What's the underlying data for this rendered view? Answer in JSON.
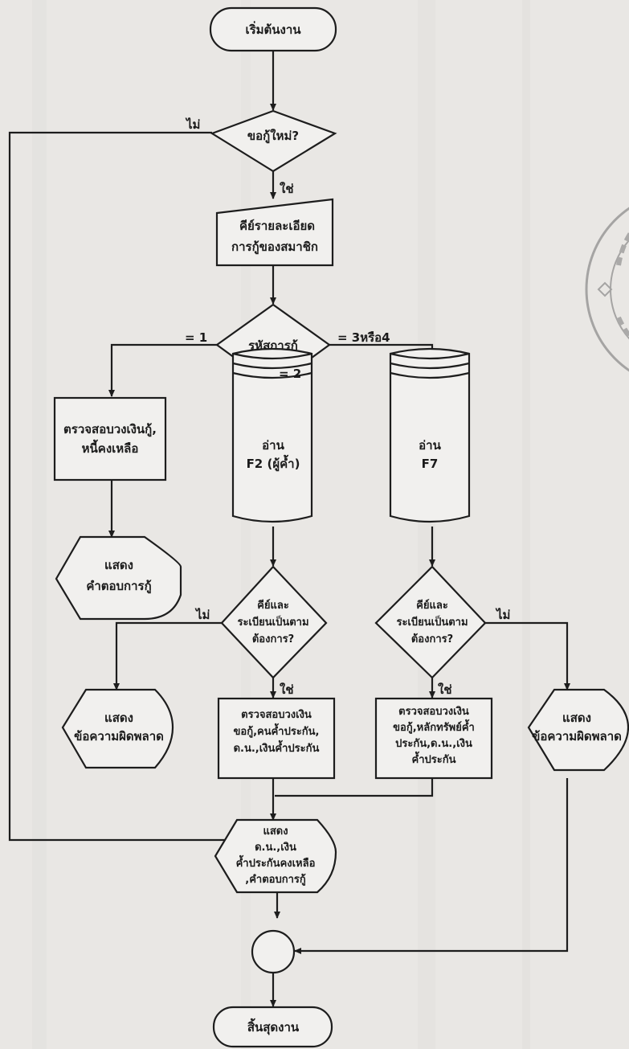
{
  "nodes": {
    "start": "เริ่มต้นงาน",
    "new_loan": "ขอกู้ใหม่?",
    "key_details": [
      "คีย์รายละเอียด",
      "การกู้ของสมาชิก"
    ],
    "loan_code": "รหัสการกู้",
    "check_limit_1": [
      "ตรวจสอบวงเงินกู้,",
      "หนี้คงเหลือ"
    ],
    "show_answer_1": [
      "แสดง",
      "คำตอบการกู้"
    ],
    "read_f2": [
      "อ่าน",
      "F2 (ผู้ค้ำ)"
    ],
    "read_f7": [
      "อ่าน",
      "F7"
    ],
    "key_register_left": [
      "คีย์และ",
      "ระเบียนเป็นตาม",
      "ต้องการ?"
    ],
    "key_register_right": [
      "คีย์และ",
      "ระเบียนเป็นตาม",
      "ต้องการ?"
    ],
    "error_left": [
      "แสดง",
      "ข้อความผิดพลาด"
    ],
    "error_right": [
      "แสดง",
      "ข้อความผิดพลาด"
    ],
    "check_guarantor": [
      "ตรวจสอบวงเงิน",
      "ขอกู้,คนค้ำประกัน,",
      "ด.น.,เงินค้ำประกัน"
    ],
    "check_collateral": [
      "ตรวจสอบวงเงิน",
      "ขอกู้,หลักทรัพย์ค้ำ",
      "ประกัน,ด.น.,เงิน",
      "ค้ำประกัน"
    ],
    "show_answer_2": [
      "แสดง",
      "ด.น.,เงิน",
      "ค้ำประกันคงเหลือ",
      ",คำตอบการกู้"
    ],
    "end": "สิ้นสุดงาน"
  },
  "edges": {
    "no": "ไม่",
    "yes": "ใช่",
    "code_1": "= 1",
    "code_2": "= 2",
    "code_34": "= 3หรือ4"
  },
  "colors": {
    "paper": "#e9e7e4",
    "ink": "#1d1d1d"
  },
  "icons": {
    "stamp": "library-seal-icon"
  }
}
